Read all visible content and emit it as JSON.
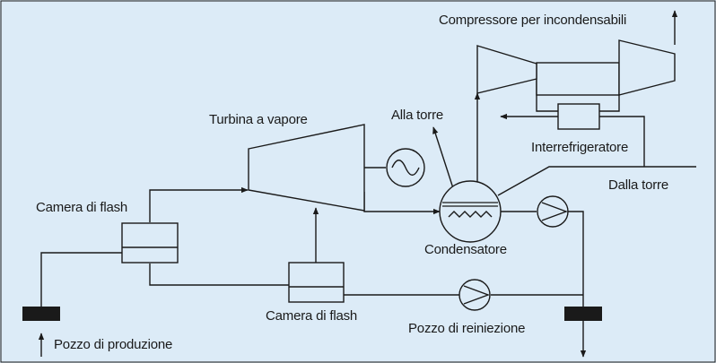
{
  "labels": {
    "compressor": "Compressore per incondensabili",
    "to_tower": "Alla torre",
    "turbine": "Turbina a vapore",
    "intercooler": "Interrefrigeratore",
    "from_tower": "Dalla torre",
    "flash_chamber_1": "Camera di flash",
    "condenser": "Condensatore",
    "flash_chamber_2": "Camera di flash",
    "reinjection_well": "Pozzo di reiniezione",
    "production_well": "Pozzo di produzione"
  },
  "colors": {
    "background": "#dcebf7",
    "line": "#1a1a1a",
    "well_block": "#1a1a1a"
  }
}
